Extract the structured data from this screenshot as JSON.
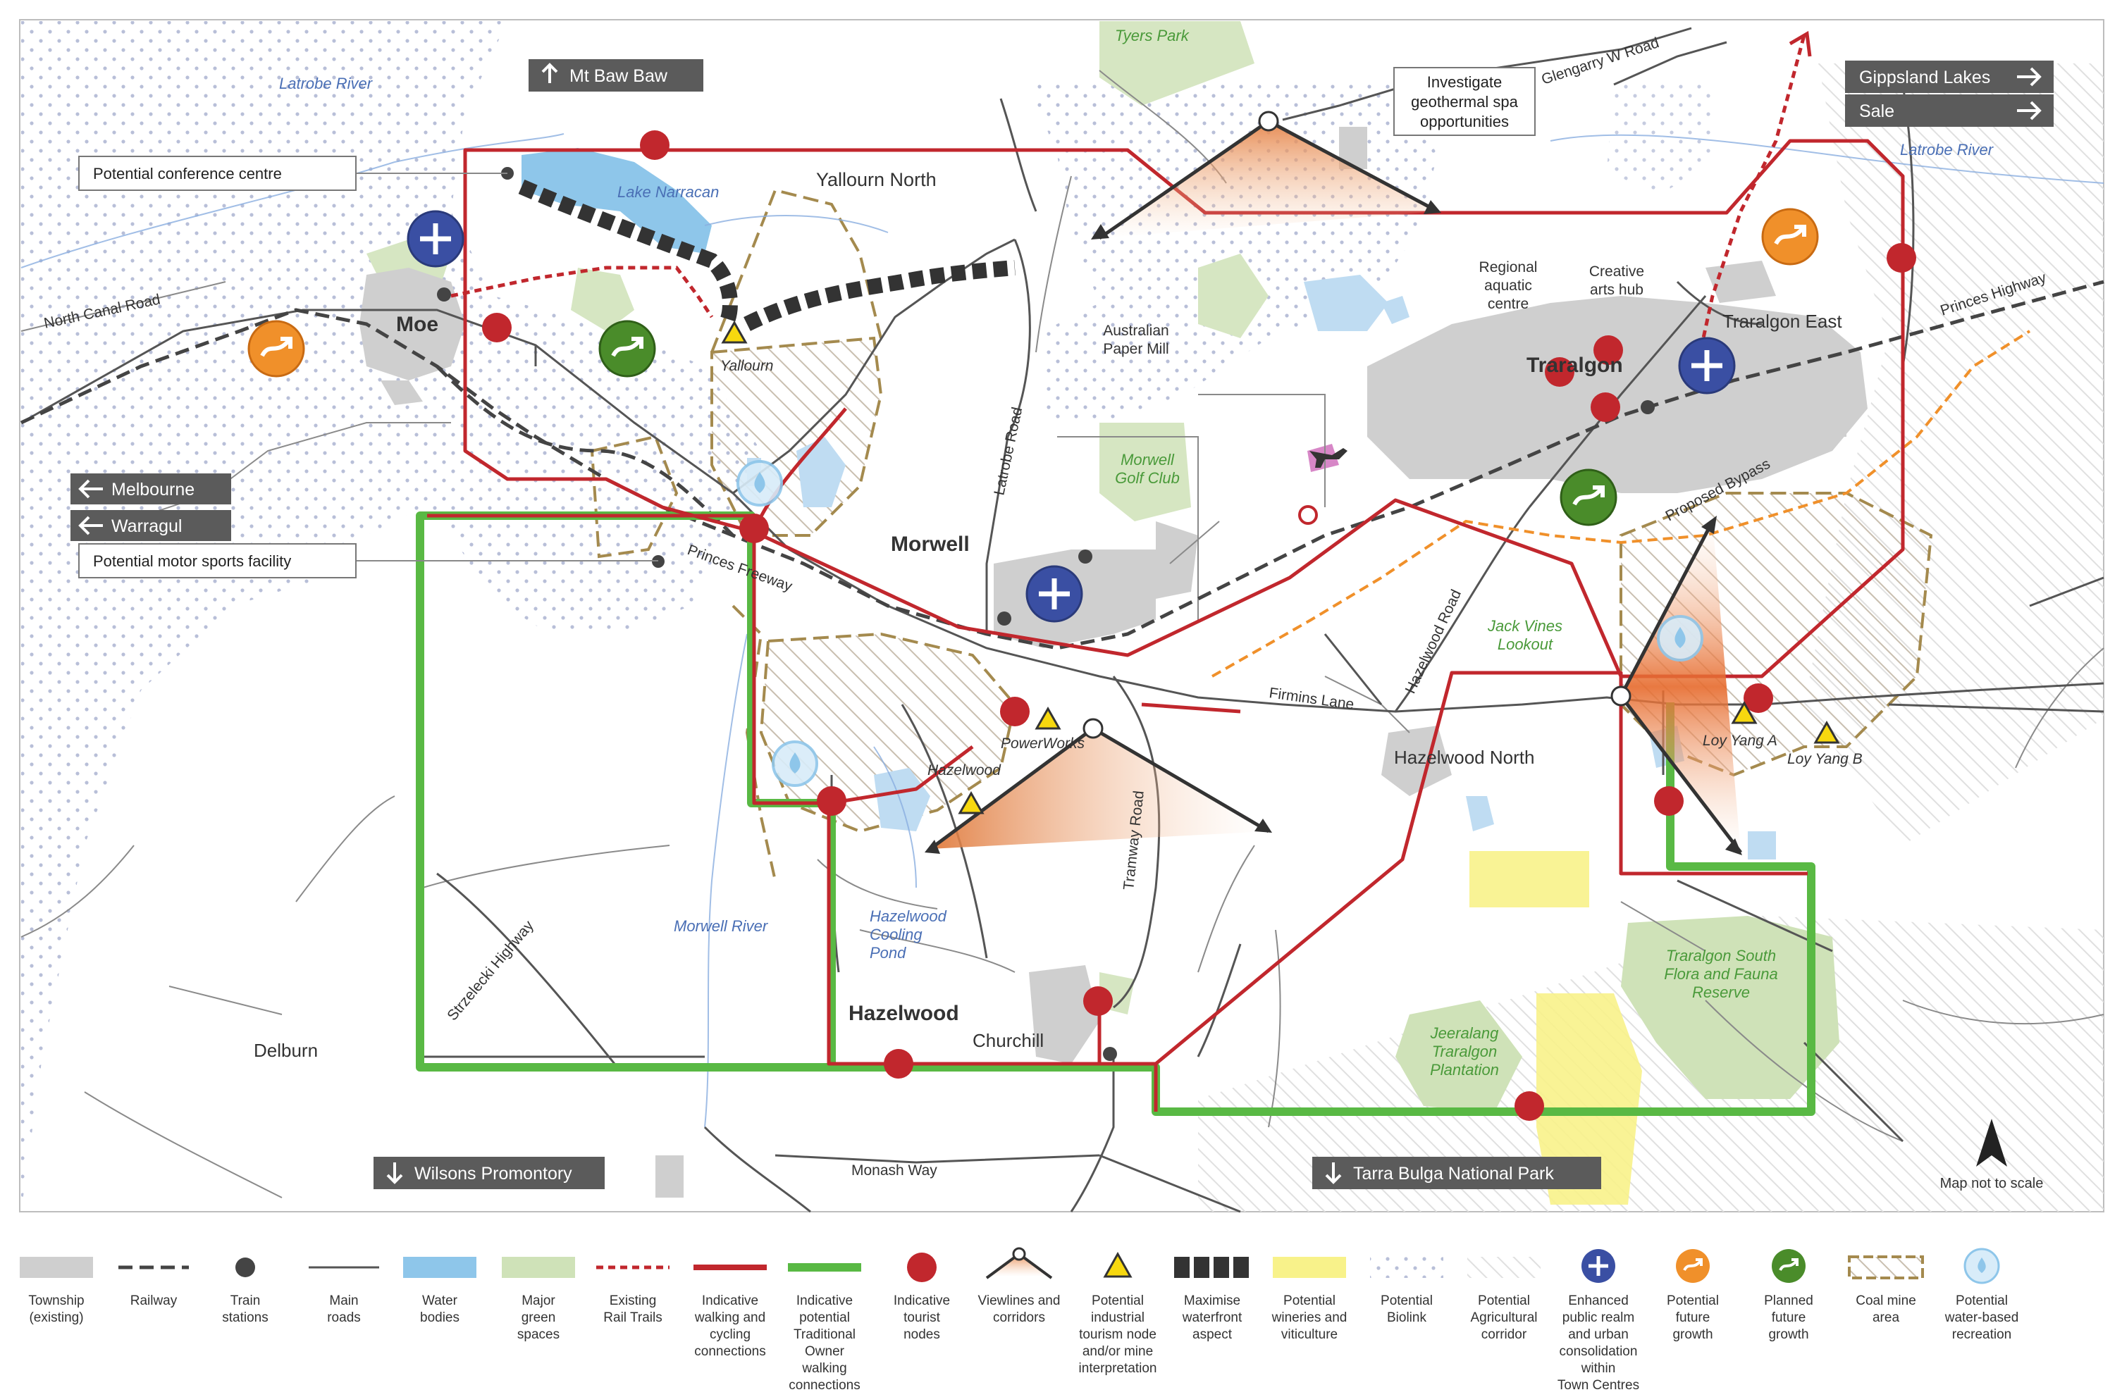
{
  "map": {
    "north_label": "Map not to scale",
    "towns": {
      "moe": "Moe",
      "morwell": "Morwell",
      "traralgon": "Traralgon",
      "hazelwood": "Hazelwood",
      "yallourn_north": "Yallourn North",
      "traralgon_east": "Traralgon East",
      "hazelwood_north": "Hazelwood North",
      "churchill": "Churchill",
      "delburn": "Delburn"
    },
    "places": {
      "yallourn": "Yallourn",
      "australian_paper_mill": [
        "Australian",
        "Paper Mill"
      ],
      "regional_aquatic_centre": [
        "Regional",
        "aquatic",
        "centre"
      ],
      "creative_arts_hub": [
        "Creative",
        "arts hub"
      ],
      "powerworks": "PowerWorks",
      "hazelwood_small": "Hazelwood",
      "loy_yang_a": "Loy Yang A",
      "loy_yang_b": "Loy Yang B"
    },
    "green_labels": {
      "tyers_park": "Tyers Park",
      "morwell_golf_club": [
        "Morwell",
        "Golf Club"
      ],
      "jack_vines_lookout": [
        "Jack Vines",
        "Lookout"
      ],
      "traralgon_south": [
        "Traralgon South",
        "Flora and Fauna",
        "Reserve"
      ],
      "jeeralang": [
        "Jeeralang",
        "Traralgon",
        "Plantation"
      ]
    },
    "water_labels": {
      "latrobe_river_w": "Latrobe River",
      "latrobe_river_e": "Latrobe River",
      "lake_narracan": "Lake Narracan",
      "morwell_river": "Morwell River",
      "hazelwood_pond": [
        "Hazelwood",
        "Cooling",
        "Pond"
      ]
    },
    "roads": {
      "north_canal": "North Canal Road",
      "glengarry": "Glengarry W Road",
      "princes_hwy_e": "Princes Highway",
      "princes_fwy": "Princes Freeway",
      "latrobe_road": "Latrobe Road",
      "hazelwood_road": "Hazelwood Road",
      "firmins_lane": "Firmins Lane",
      "tramway_road": "Tramway Road",
      "strzelecki": "Strzelecki Highway",
      "monash_way": "Monash Way",
      "proposed_bypass": "Proposed Bypass"
    },
    "direction_boxes": {
      "mt_baw_baw": "Mt Baw Baw",
      "gippsland_lakes": "Gippsland Lakes",
      "sale": "Sale",
      "melbourne": "Melbourne",
      "warragul": "Warragul",
      "wilsons_prom": "Wilsons Promontory",
      "tarra_bulga": "Tarra Bulga National Park"
    },
    "callouts": {
      "conference": "Potential conference centre",
      "motor_sports": "Potential motor sports facility",
      "geothermal": [
        "Investigate",
        "geothermal spa",
        "opportunities"
      ]
    }
  },
  "legend": [
    {
      "icon": "township-swatch",
      "label": [
        "Township",
        "(existing)"
      ]
    },
    {
      "icon": "railway-line",
      "label": [
        "Railway"
      ]
    },
    {
      "icon": "train-station-dot",
      "label": [
        "Train",
        "stations"
      ]
    },
    {
      "icon": "main-road-line",
      "label": [
        "Main",
        "roads"
      ]
    },
    {
      "icon": "water-swatch",
      "label": [
        "Water",
        "bodies"
      ]
    },
    {
      "icon": "green-space-swatch",
      "label": [
        "Major",
        "green",
        "spaces"
      ]
    },
    {
      "icon": "rail-trail-line",
      "label": [
        "Existing",
        "Rail Trails"
      ]
    },
    {
      "icon": "walking-cycling-line",
      "label": [
        "Indicative",
        "walking and",
        "cycling",
        "connections"
      ]
    },
    {
      "icon": "traditional-owner-line",
      "label": [
        "Indicative",
        "potential",
        "Traditional",
        "Owner",
        "walking",
        "connections"
      ]
    },
    {
      "icon": "tourist-node-dot",
      "label": [
        "Indicative",
        "tourist",
        "nodes"
      ]
    },
    {
      "icon": "viewline-icon",
      "label": [
        "Viewlines and",
        "corridors"
      ]
    },
    {
      "icon": "industrial-triangle-icon",
      "label": [
        "Potential",
        "industrial",
        "tourism node",
        "and/or mine",
        "interpretation"
      ]
    },
    {
      "icon": "waterfront-dash",
      "label": [
        "Maximise",
        "waterfront",
        "aspect"
      ]
    },
    {
      "icon": "winery-swatch",
      "label": [
        "Potential",
        "wineries and",
        "viticulture"
      ]
    },
    {
      "icon": "biolink-swatch",
      "label": [
        "Potential",
        "Biolink"
      ]
    },
    {
      "icon": "agricultural-swatch",
      "label": [
        "Potential",
        "Agricultural",
        "corridor"
      ]
    },
    {
      "icon": "plus-circle-icon",
      "label": [
        "Enhanced",
        "public realm",
        "and urban",
        "consolidation",
        "within",
        "Town Centres"
      ]
    },
    {
      "icon": "future-growth-icon",
      "label": [
        "Potential",
        "future",
        "growth"
      ]
    },
    {
      "icon": "planned-growth-icon",
      "label": [
        "Planned",
        "future",
        "growth"
      ]
    },
    {
      "icon": "coal-mine-swatch",
      "label": [
        "Coal mine",
        "area"
      ]
    },
    {
      "icon": "water-recreation-icon",
      "label": [
        "Potential",
        "water-based",
        "recreation"
      ]
    }
  ],
  "colors": {
    "township": "#cfcfcf",
    "water": "#8ec6ea",
    "green": "#cfe2b8",
    "red": "#c1272d",
    "traditional": "#59b944",
    "orange": "#f0902a",
    "plus_blue": "#3a4fa3",
    "growth_green": "#4a8c2a",
    "winery": "#f8f28a",
    "coal": "#a48a4e"
  }
}
